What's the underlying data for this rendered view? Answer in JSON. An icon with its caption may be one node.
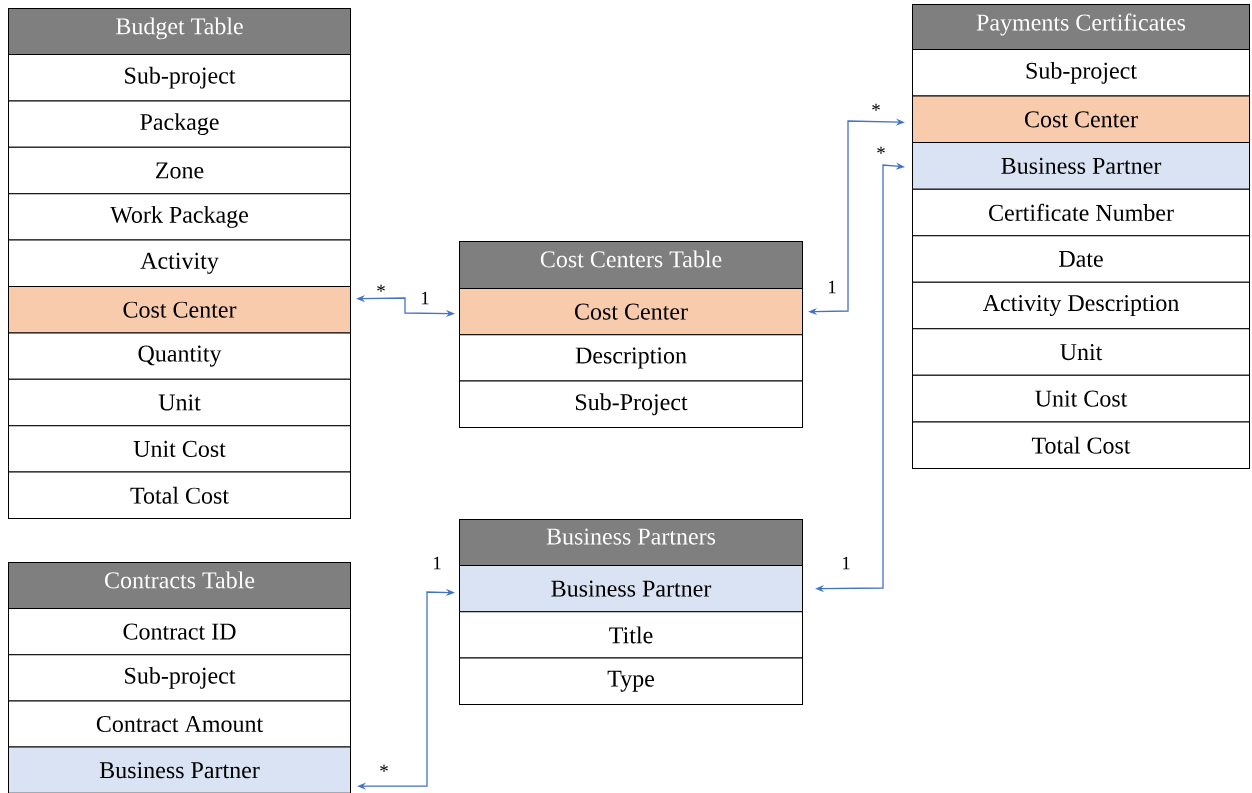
{
  "diagram": {
    "nodes": [
      {
        "text": [
          "Budget Table"
        ]
      },
      {
        "text": [
          "Sub-project"
        ],
        "in": 0
      },
      {
        "text": [
          "Package"
        ],
        "in": 0
      },
      {
        "text": [
          "Zone"
        ],
        "in": 0
      },
      {
        "text": [
          "Work Package"
        ],
        "in": 0
      },
      {
        "text": [
          "Activity"
        ],
        "in": 0
      },
      {
        "text": [
          "Cost Center"
        ],
        "in": 0
      },
      {
        "text": [
          "Quantity"
        ],
        "in": 0
      },
      {
        "text": [
          "Unit"
        ],
        "in": 0
      },
      {
        "text": [
          "Unit Cost"
        ],
        "in": 0
      },
      {
        "text": [
          "Total Cost"
        ],
        "in": 0
      },
      {
        "text": [
          "Payments Certificates"
        ]
      },
      {
        "text": [
          "Sub-project"
        ],
        "in": 11
      },
      {
        "text": [
          "Cost Center"
        ],
        "in": 11
      },
      {
        "text": [
          "Business Partner"
        ],
        "in": 11
      },
      {
        "text": [
          "Certificate Number"
        ],
        "in": 11
      },
      {
        "text": [
          "Date"
        ],
        "in": 11
      },
      {
        "text": [
          "Activity Description"
        ],
        "in": 11
      },
      {
        "text": [
          "Unit"
        ],
        "in": 11
      },
      {
        "text": [
          "Unit Cost"
        ],
        "in": 11
      },
      {
        "text": [
          "Total Cost"
        ],
        "in": 11
      },
      {
        "text": [
          "Cost Centers Table"
        ]
      },
      {
        "text": [
          "Cost Center"
        ],
        "in": 21
      },
      {
        "text": [
          "Description"
        ],
        "in": 21
      },
      {
        "text": [
          "Sub-Project"
        ],
        "in": 21
      },
      {
        "text": [
          "Business Partners"
        ]
      },
      {
        "text": [
          "Business Partner"
        ],
        "in": 25
      },
      {
        "text": [
          "Title"
        ],
        "in": 25
      },
      {
        "text": [
          "Type"
        ],
        "in": 25
      },
      {
        "text": [
          "Contracts Table"
        ]
      },
      {
        "text": [
          "Contract ID"
        ],
        "in": 29
      },
      {
        "text": [
          "Sub-project"
        ],
        "in": 29
      },
      {
        "text": [
          "Contract Amount"
        ],
        "in": 29
      },
      {
        "text": [
          "Business Partner"
        ],
        "in": 29
      }
    ],
    "edges": [
      {
        "from": 6,
        "to": 22,
        "arrow": "both"
      },
      {
        "from": 22,
        "to": 13,
        "arrow": "both"
      },
      {
        "from": 26,
        "to": 14,
        "arrow": "both"
      },
      {
        "from": 33,
        "to": 26,
        "arrow": "both"
      }
    ],
    "labels": [
      "*",
      "1",
      "1",
      "*",
      "*",
      "1",
      "1",
      "*"
    ]
  }
}
